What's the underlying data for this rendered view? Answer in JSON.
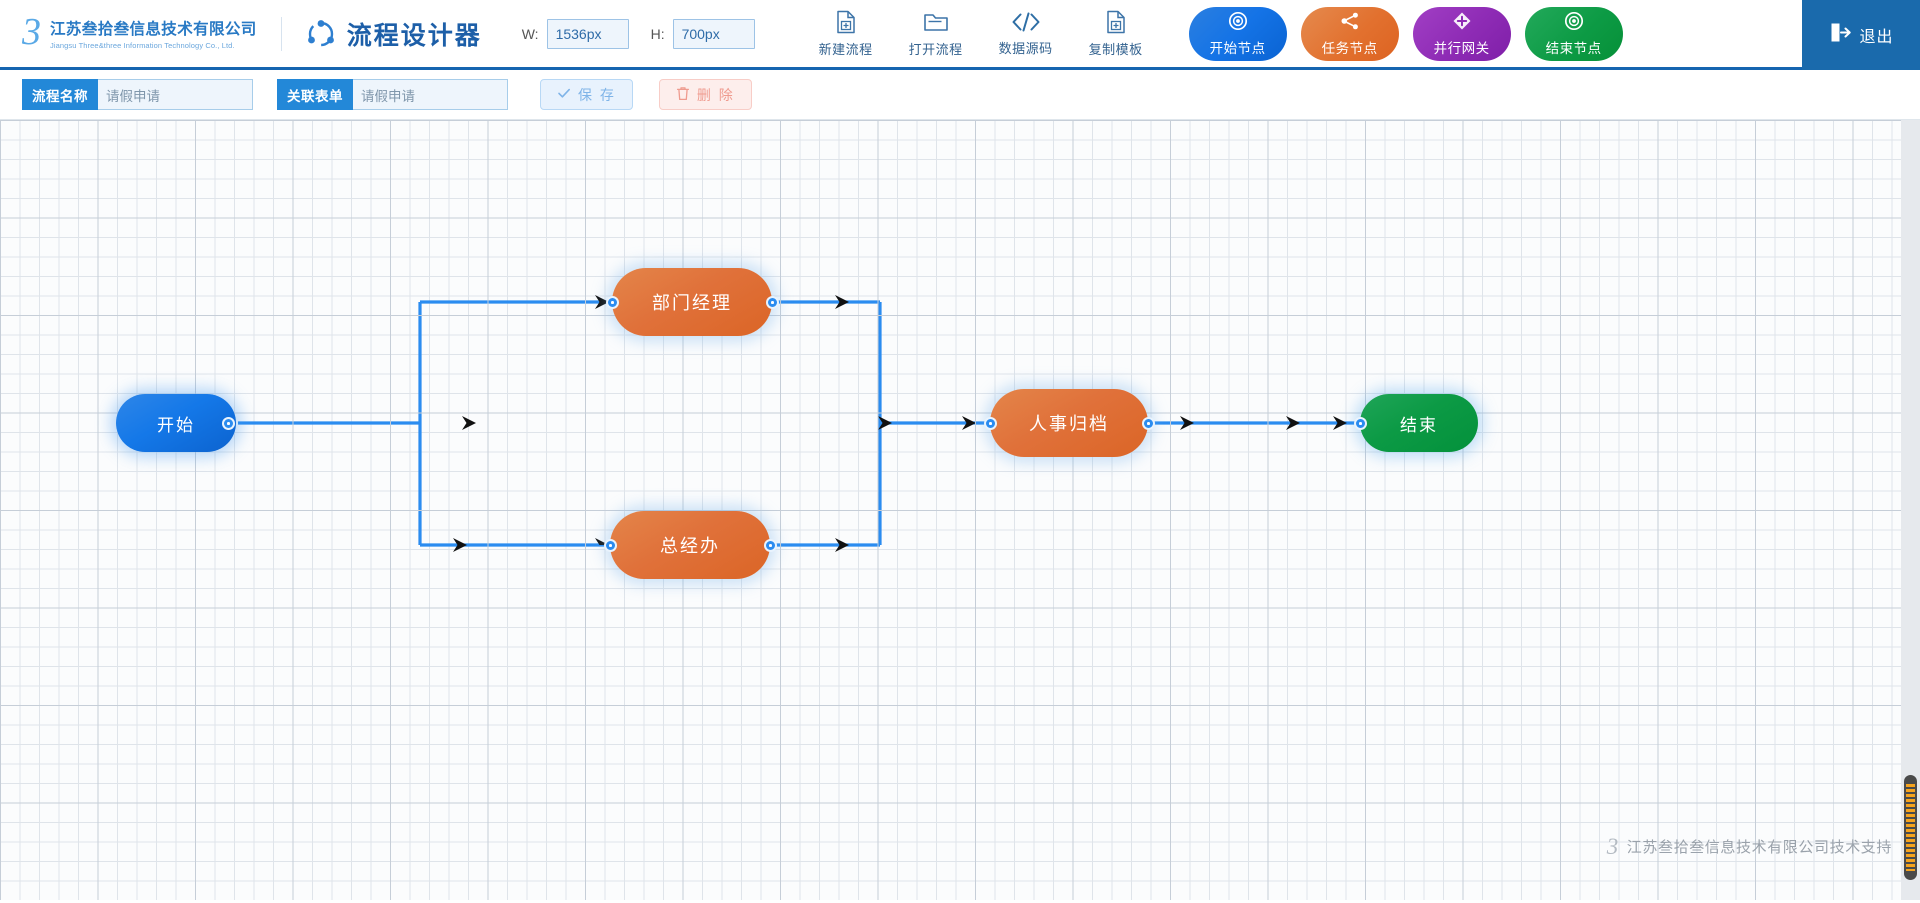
{
  "header": {
    "brand": {
      "mark": "3",
      "name_cn": "江苏叁拾叁信息技术有限公司",
      "name_en": "Jiangsu Three&three Information Technology Co., Ltd."
    },
    "app_title": "流程设计器",
    "size": {
      "width_label": "W:",
      "width_value": "1536px",
      "height_label": "H:",
      "height_value": "700px"
    },
    "tools": [
      {
        "icon": "new-file-icon",
        "label": "新建流程"
      },
      {
        "icon": "open-folder-icon",
        "label": "打开流程"
      },
      {
        "icon": "code-icon",
        "label": "数据源码"
      },
      {
        "icon": "copy-file-icon",
        "label": "复制模板"
      }
    ],
    "node_buttons": [
      {
        "icon": "target-icon",
        "label": "开始节点",
        "color": "#1473e6"
      },
      {
        "icon": "share-icon",
        "label": "任务节点",
        "color": "#e2712f"
      },
      {
        "icon": "diamond-icon",
        "label": "并行网关",
        "color": "#8e2bb5"
      },
      {
        "icon": "target-icon",
        "label": "结束节点",
        "color": "#0d9b45"
      }
    ],
    "logout": {
      "label": "退出",
      "icon": "logout-icon"
    }
  },
  "subbar": {
    "fields": [
      {
        "tag": "流程名称",
        "value": "请假申请"
      },
      {
        "tag": "关联表单",
        "value": "请假申请"
      }
    ],
    "save": {
      "label": "保 存",
      "icon": "check-icon"
    },
    "delete": {
      "label": "删 除",
      "icon": "trash-icon"
    }
  },
  "canvas": {
    "nodes": [
      {
        "id": "start",
        "label": "开始",
        "type": "start"
      },
      {
        "id": "dept",
        "label": "部门经理",
        "type": "task"
      },
      {
        "id": "gm",
        "label": "总经办",
        "type": "task"
      },
      {
        "id": "hr",
        "label": "人事归档",
        "type": "task"
      },
      {
        "id": "end",
        "label": "结束",
        "type": "end"
      }
    ],
    "watermark": {
      "mark": "3",
      "text": "江苏叁拾叁信息技术有限公司技术支持"
    }
  }
}
